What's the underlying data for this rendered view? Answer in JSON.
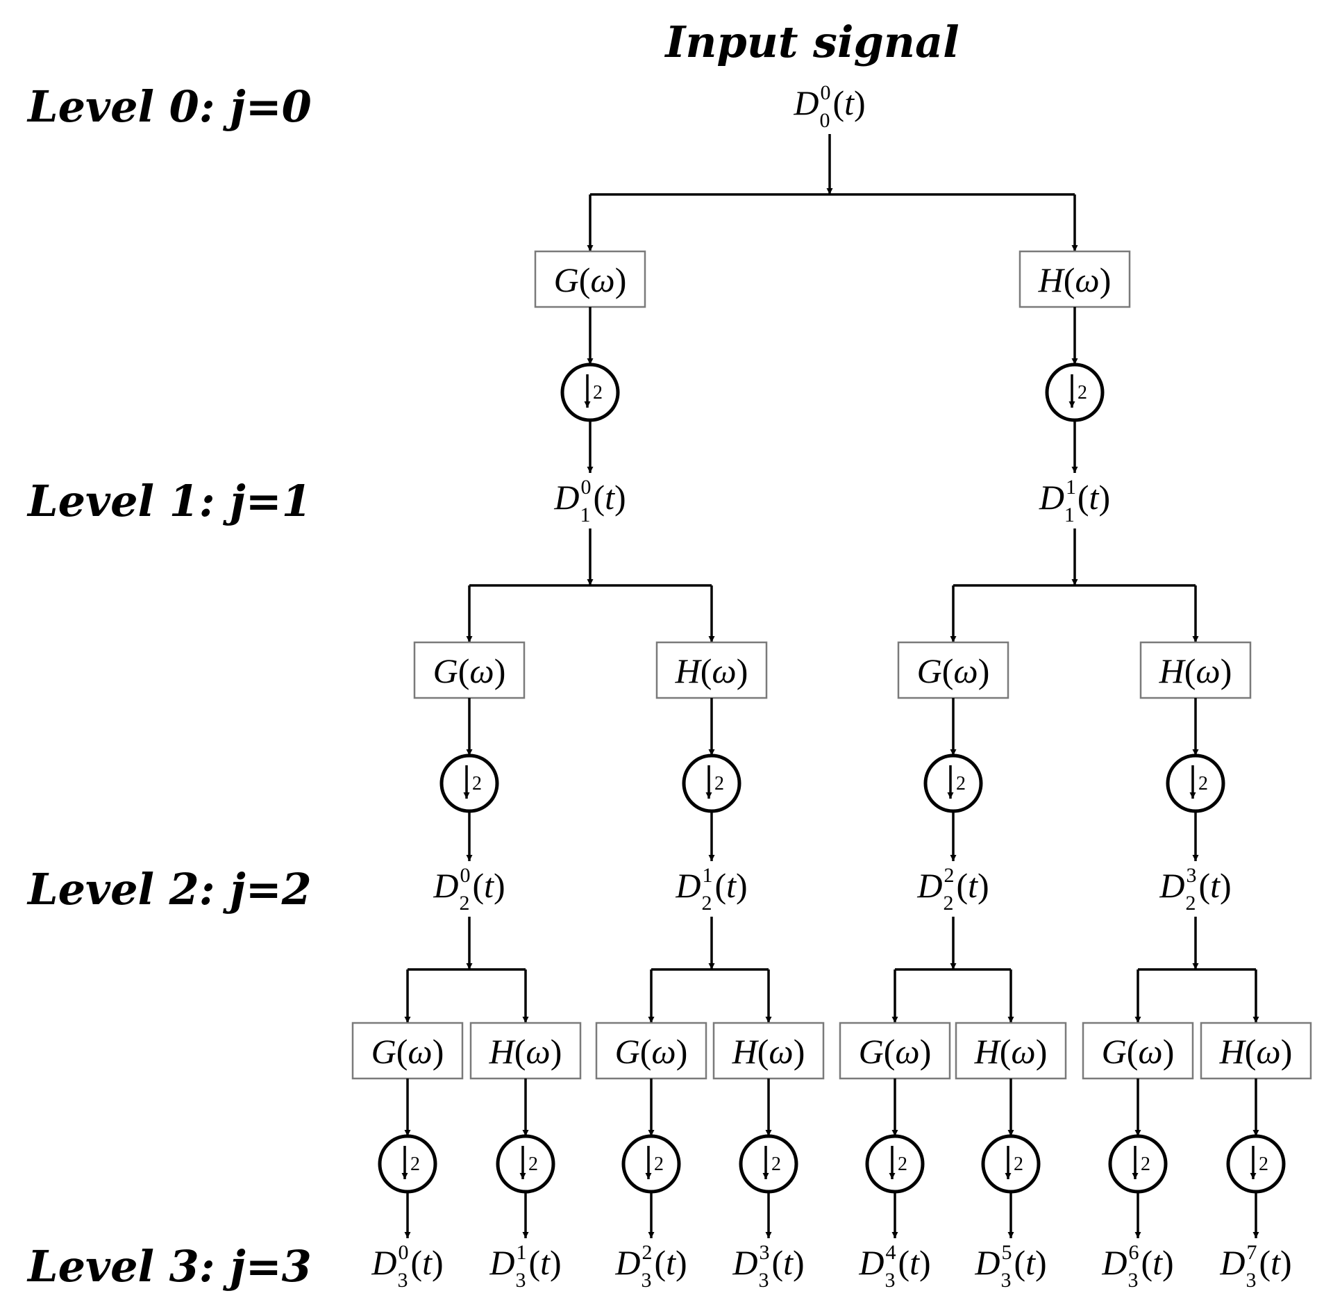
{
  "title": "Input signal",
  "levels": [
    "Level 0:  j=0",
    "Level 1:  j=1",
    "Level 2:  j=2",
    "Level 3:  j=3"
  ],
  "filters": {
    "low": "G",
    "high": "H",
    "arg": "ω"
  },
  "downsample_factor": "2",
  "node_symbol": "D",
  "node_argument": "t",
  "tree_depth": 3
}
